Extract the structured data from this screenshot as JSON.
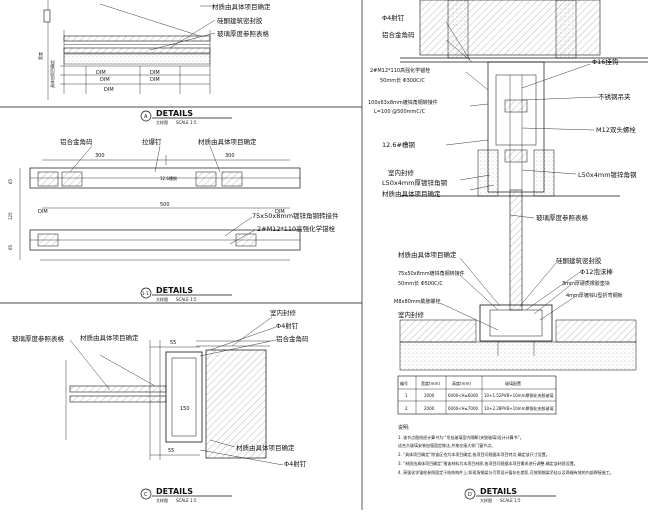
{
  "panelA": {
    "labels": [
      "材质由具体项目确定",
      "硅酮建筑密封胶",
      "玻璃厚度参照表格"
    ],
    "dims": [
      "DIM",
      "DIM",
      "DIM",
      "DIM",
      "DIM"
    ],
    "side": [
      "宽度",
      "具体由项目确定"
    ],
    "title": {
      "mark": "A",
      "word": "DETAILS",
      "sub": "大样图",
      "scale": "SCALE 1:5"
    }
  },
  "panel11": {
    "labels": [
      "铝合金角码",
      "拉爆钉",
      "材质由具体项目确定",
      "12.6槽钢",
      "75x50x8mm镀锌角钢转接件",
      "2#M12*110高强化学锚栓"
    ],
    "dims": [
      "300",
      "300",
      "DIM",
      "500",
      "DIM",
      "65",
      "125",
      "65"
    ],
    "title": {
      "mark": "1-1",
      "word": "DETAILS",
      "sub": "大样图",
      "scale": "SCALE 1:5"
    }
  },
  "panelC": {
    "labels": [
      "室内封修",
      "材质由具体项目确定",
      "Φ4射钉",
      "铝合金角码",
      "玻璃厚度参照表格",
      "材质由具体项目确定",
      "Φ4射钉"
    ],
    "dims": [
      "55",
      "150",
      "55"
    ],
    "title": {
      "mark": "C",
      "word": "DETAILS",
      "sub": "大样图",
      "scale": "SCALE 1:5"
    }
  },
  "panelD": {
    "labels": [
      "Φ4射钉",
      "铝合金角码",
      "2#M12*110高强化学锚栓",
      "50mm长 Φ300C/C",
      "Φ16挂钩",
      "100x63x8mm镀锌角钢转接件",
      "L=100 @500mmC/C",
      "不锈钢吊夹",
      "M12双头螺栓",
      "12.6#槽钢",
      "室内封修",
      "L50x4mm厚镀锌角钢",
      "材质由具体项目确定",
      "L50x4mm镀锌角钢",
      "玻璃厚度参照表格",
      "材质由具体项目确定",
      "75x50x8mm镀锌角钢转接件",
      "50mm长 Φ500C/C",
      "硅酮建筑密封胶",
      "Φ12泡沫棒",
      "3mm厚硬质橡胶垫块",
      "4mm厚镀锌U型折弯钢板",
      "M8x80mm膨胀螺栓",
      "室内封修"
    ],
    "table": {
      "headers": [
        "编号",
        "宽度(mm)",
        "高度(mm)",
        "玻璃配置"
      ],
      "rows": [
        [
          "1",
          "2000",
          "6000<H≤6000",
          "10+1.52PVB+10mm厚钢化夹胶玻璃"
        ],
        [
          "2",
          "2000",
          "6000<H≤7000",
          "10+2.28PVB+10mm厚钢化夹胶玻璃"
        ]
      ]
    },
    "notes": [
      "说明:",
      "1. 该节点图纸经计算书为:“吊挂玻璃室内隔断(夹胶玻璃)设计计算书”。",
      "   适合大玻璃安装加强固定做法,并按交接大样门窗节点。",
      "2. “具体项目确定”除该区也为本项目确定,各项目问规据本项目特点,确定该尺寸设置。",
      "3. “材质由具体项目确定”指该材料为本项目材质,各项目问规据本项目需求进行调整,确定该材质设置。",
      "4. 高强化学锚栓参照固定于结构构件上;如现场钢梁与引荐设计值存在差距,可按照钢梁吊挂以及两端有效的内部焊接施工。"
    ],
    "title": {
      "mark": "D",
      "word": "DETAILS",
      "sub": "大样图",
      "scale": "SCALE 1:5"
    }
  }
}
